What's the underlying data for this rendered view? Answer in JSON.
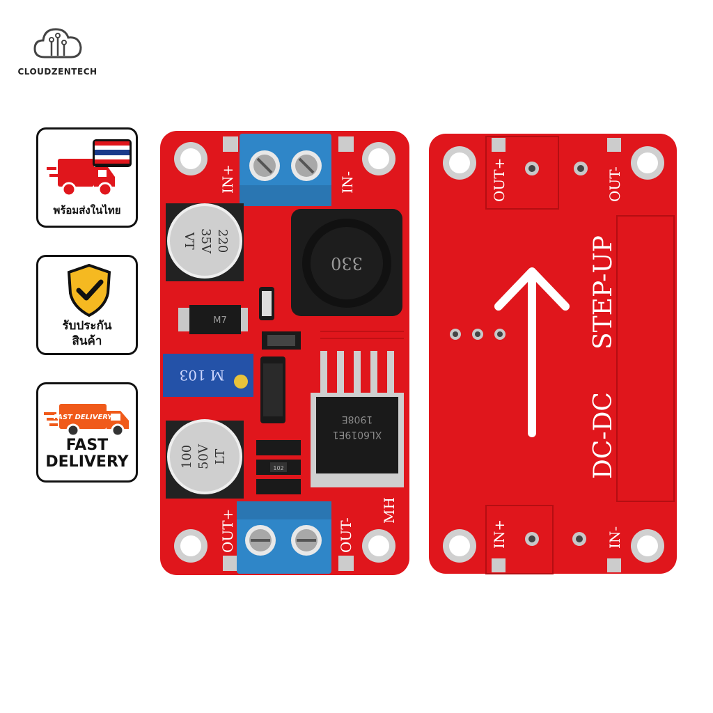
{
  "brand": {
    "name": "CLOUDZENTECH",
    "logo_icon": "cloud-circuit-icon"
  },
  "badges": [
    {
      "text": "พร้อมส่งในไทย",
      "icon": "delivery-truck-thailand-flag-icon"
    },
    {
      "text_line1": "รับประกัน",
      "text_line2": "สินค้า",
      "icon": "shield-check-icon"
    },
    {
      "text_line1": "FAST",
      "text_line2": "DELIVERY",
      "icon": "fast-delivery-truck-icon",
      "icon_label": "FAST DELIVERY"
    }
  ],
  "front_board": {
    "in_plus": "IN+",
    "in_minus": "IN-",
    "out_plus": "OUT+",
    "out_minus": "OUT-",
    "cap1": [
      "220",
      "35V",
      "VT"
    ],
    "cap2": [
      "100",
      "50V",
      "LT"
    ],
    "inductor": "330",
    "diode": "M7",
    "pot": "M 103",
    "chip_line1": "XL6019E1",
    "chip_line2": "1908E",
    "resistor": "102",
    "maker": "MH"
  },
  "back_board": {
    "out_plus": "OUT+",
    "out_minus": "OUT-",
    "in_plus": "IN+",
    "in_minus": "IN-",
    "title1": "STEP-UP",
    "title2": "DC-DC"
  },
  "colors": {
    "pcb_red": "#e0161c",
    "terminal_blue": "#2f86c8",
    "badge_orange": "#f05a1a"
  }
}
